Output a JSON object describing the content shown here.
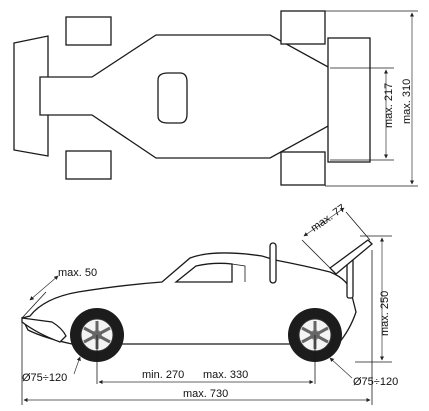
{
  "top_view": {
    "dim_217": "max. 217",
    "dim_310": "max. 310"
  },
  "side_view": {
    "dim_50": "max. 50",
    "dim_77": "max. 77",
    "dim_250": "max. 250",
    "wheel_front": "Ø75÷120",
    "wheel_rear": "Ø75÷120",
    "wheelbase_min": "min. 270",
    "wheelbase_max": "max. 330",
    "overall_length": "max. 730"
  }
}
